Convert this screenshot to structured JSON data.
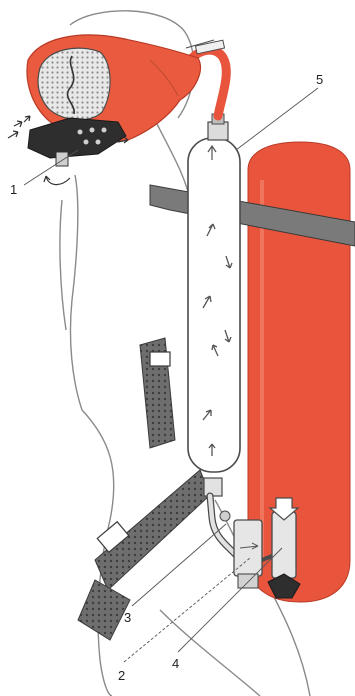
{
  "callouts": {
    "c1": "1",
    "c2": "2",
    "c3": "3",
    "c4": "4",
    "c5": "5"
  },
  "colors": {
    "outline": "#4a4a4a",
    "tank_fill": "#e9553c",
    "mask_fill": "#ea5a3f",
    "belt_fill": "#6f6f6f",
    "visor_fill": "#d9d9d9"
  }
}
